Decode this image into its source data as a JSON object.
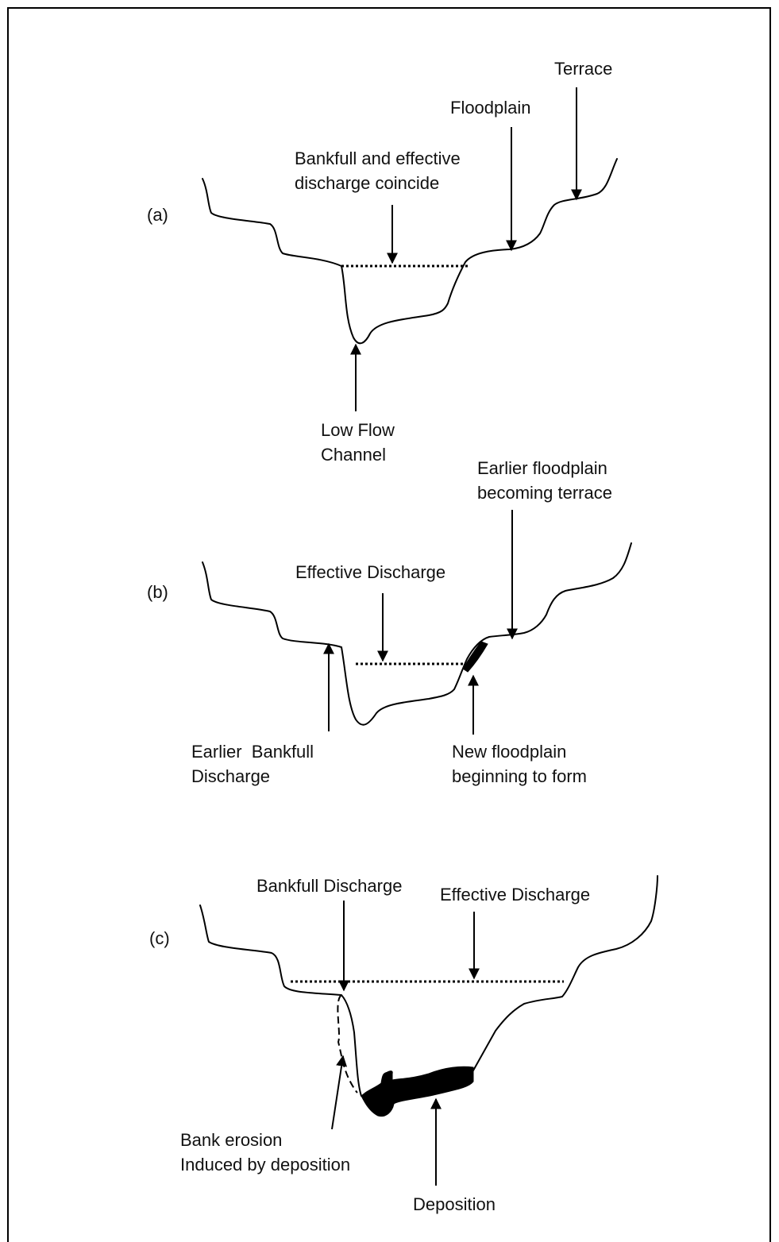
{
  "panel_a": {
    "tag": "(a)",
    "terrace": "Terrace",
    "floodplain": "Floodplain",
    "bankfull_line1": "Bankfull and effective",
    "bankfull_line2": "discharge coincide",
    "low_flow_line1": "Low Flow",
    "low_flow_line2": "Channel"
  },
  "panel_b": {
    "tag": "(b)",
    "earlier_floodplain_line1": "Earlier floodplain",
    "earlier_floodplain_line2": "becoming terrace",
    "effective_discharge": "Effective Discharge",
    "earlier_bankfull_line1": "Earlier  Bankfull",
    "earlier_bankfull_line2": "Discharge",
    "new_floodplain_line1": "New floodplain",
    "new_floodplain_line2": "beginning to form"
  },
  "panel_c": {
    "tag": "(c)",
    "bankfull_discharge": "Bankfull Discharge",
    "effective_discharge": "Effective Discharge",
    "bank_erosion_line1": "Bank erosion",
    "bank_erosion_line2": "Induced by deposition",
    "deposition": "Deposition"
  }
}
